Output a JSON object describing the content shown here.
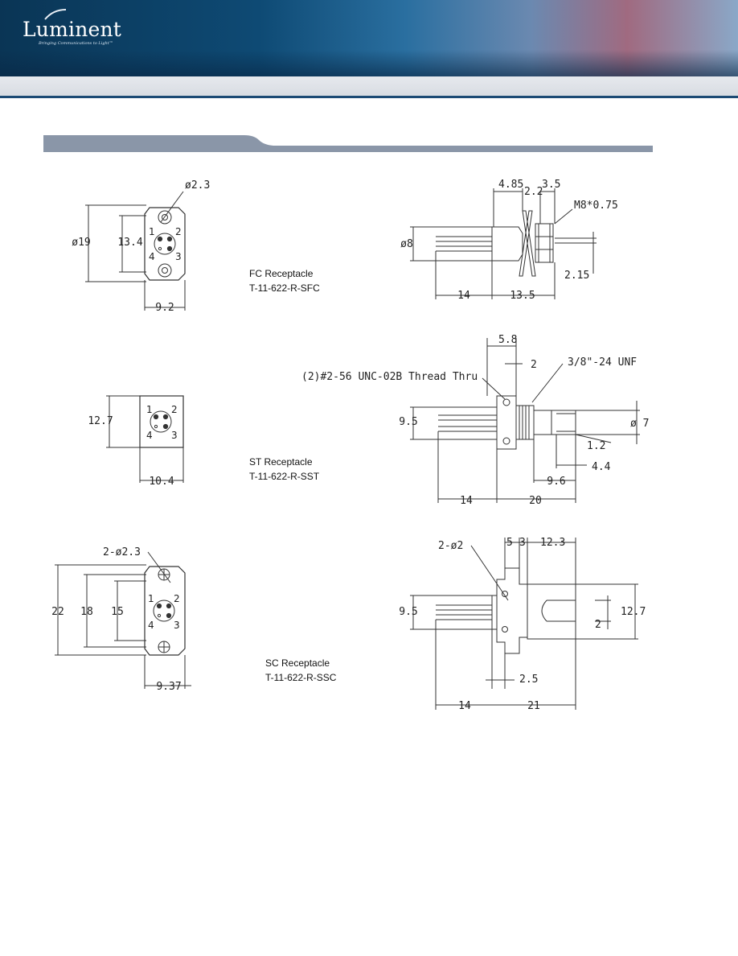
{
  "brand": {
    "name": "Luminent",
    "tagline": "Bringing Communications to Light™"
  },
  "drawings": {
    "fc": {
      "caption_title": "FC Receptacle",
      "caption_part": "T-11-622-R-SFC",
      "front_dims": {
        "hole": "ø2.3",
        "diameter": "ø19",
        "pitch": "13.4",
        "width": "9.2"
      },
      "side_dims": {
        "body": "4.85",
        "flange": "2.2",
        "nut": "3.5",
        "thread": "M8*0.75",
        "leads": "ø8",
        "lead_offset": "2.15",
        "lead_len": "14",
        "length": "13.5"
      },
      "pins": [
        "1",
        "2",
        "3",
        "4"
      ]
    },
    "st": {
      "caption_title": "ST Receptacle",
      "caption_part": "T-11-622-R-SST",
      "front_dims": {
        "height": "12.7",
        "width": "10.4"
      },
      "side_dims": {
        "offset": "5.8",
        "gap": "2",
        "thread_note": "(2)#2-56 UNC-02B Thread Thru",
        "thread": "3/8\"-24 UNF",
        "leads": "9.5",
        "diameter": "ø 7",
        "tip": "1.2",
        "key": "4.4",
        "barrel": "9.6",
        "lead_len": "14",
        "length": "20"
      },
      "pins": [
        "1",
        "2",
        "3",
        "4"
      ]
    },
    "sc": {
      "caption_title": "SC Receptacle",
      "caption_part": "T-11-622-R-SSC",
      "front_dims": {
        "holes": "2-ø2.3",
        "height": "22",
        "pitch": "18",
        "inner": "15",
        "width": "9.37"
      },
      "side_dims": {
        "holes": "2-ø2",
        "flange": "5",
        "step": "3",
        "barrel": "12.3",
        "leads": "9.5",
        "height": "12.7",
        "slot": "2",
        "plate": "2.5",
        "lead_len": "14",
        "length": "21"
      },
      "pins": [
        "1",
        "2",
        "3",
        "4"
      ]
    }
  }
}
